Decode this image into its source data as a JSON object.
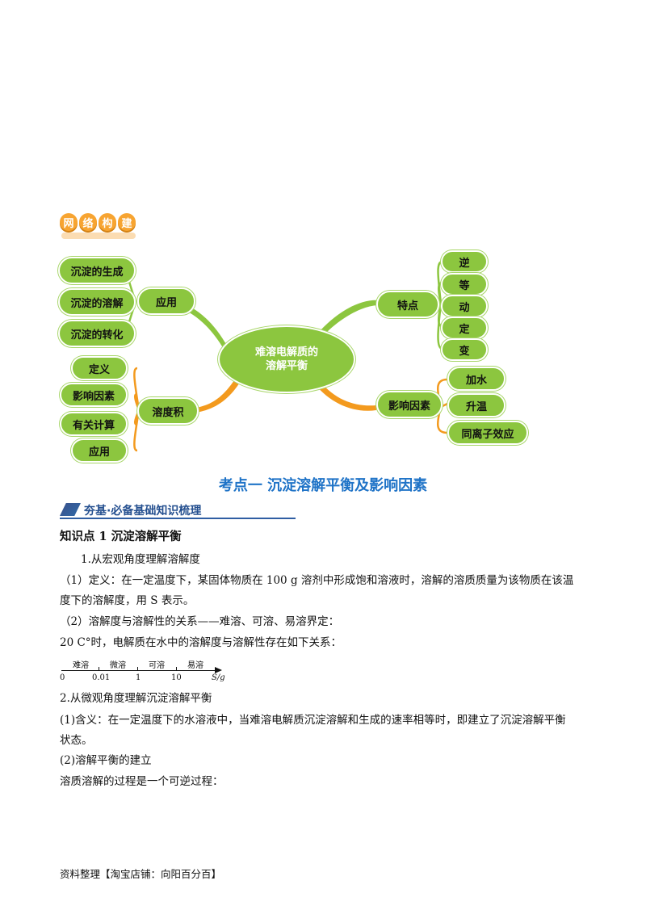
{
  "banner": {
    "chars": [
      "网",
      "络",
      "构",
      "建"
    ]
  },
  "mindmap": {
    "center": "难溶电解质的溶解平衡",
    "application": {
      "label": "应用",
      "children": [
        "沉淀的生成",
        "沉淀的溶解",
        "沉淀的转化"
      ]
    },
    "ksp": {
      "label": "溶度积",
      "children": [
        "定义",
        "影响因素",
        "有关计算",
        "应用"
      ]
    },
    "features": {
      "label": "特点",
      "children": [
        "逆",
        "等",
        "动",
        "定",
        "变"
      ]
    },
    "factors": {
      "label": "影响因素",
      "children": [
        "加水",
        "升温",
        "同离子效应"
      ]
    },
    "colors": {
      "node": "#8cc63f",
      "branch_green": "#8cc63f",
      "branch_orange": "#f39a1e"
    }
  },
  "section_title": "考点一  沉淀溶解平衡及影响因素",
  "subheader": "夯基·必备基础知识梳理",
  "knowledge_point": "知识点 1  沉淀溶解平衡",
  "content": {
    "p1": "1.从宏观角度理解溶解度",
    "p2_line1": "（1）定义：在一定温度下，某固体物质在 100 g 溶剂中形成饱和溶液时，溶解的溶质质量为该物质在该温",
    "p2_line2": "度下的溶解度，用 S 表示。",
    "p3": "（2）溶解度与溶解性的关系——难溶、可溶、易溶界定：",
    "p4": "20 C°时，电解质在水中的溶解度与溶解性存在如下关系：",
    "p5": "2.从微观角度理解沉淀溶解平衡",
    "p6_line1": "(1)含义：在一定温度下的水溶液中，当难溶电解质沉淀溶解和生成的速率相等时，即建立了沉淀溶解平衡",
    "p6_line2": "状态。",
    "p7": "(2)溶解平衡的建立",
    "p8": "溶质溶解的过程是一个可逆过程："
  },
  "scale": {
    "labels": [
      "难溶",
      "微溶",
      "可溶",
      "易溶"
    ],
    "ticks": [
      "0",
      "0.01",
      "1",
      "10"
    ],
    "axis_label": "S/g"
  },
  "footer": "资料整理【淘宝店铺：向阳百分百】"
}
